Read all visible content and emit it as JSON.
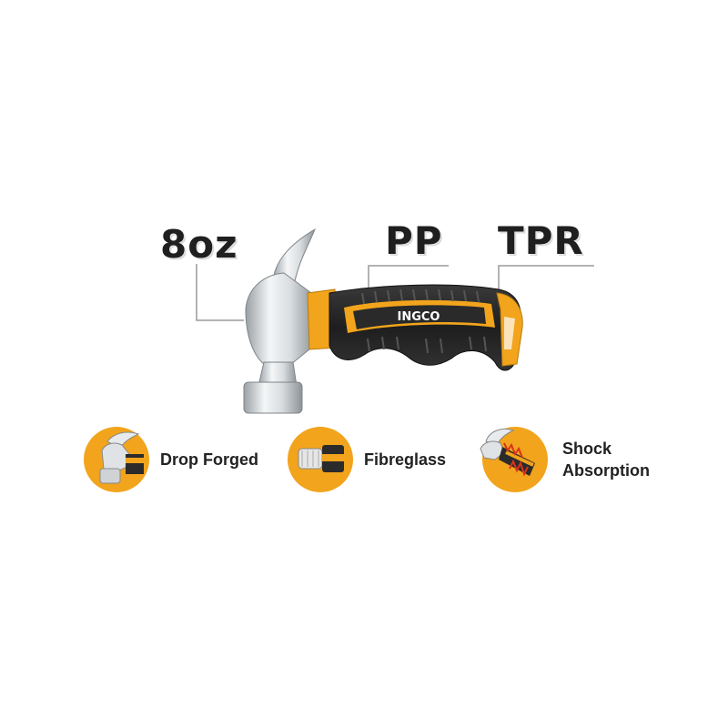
{
  "specs": {
    "weight": "8oz",
    "handle_core": "PP",
    "grip": "TPR"
  },
  "brand": "INGCO",
  "features": [
    {
      "label": "Drop Forged",
      "icon": "hammer-head-icon"
    },
    {
      "label": "Fibreglass",
      "icon": "fibreglass-handle-icon"
    },
    {
      "label": "Shock",
      "label2": "Absorption",
      "icon": "shock-absorption-icon"
    }
  ],
  "colors": {
    "accent": "#f2a41c",
    "handle_dark": "#2b2b2b",
    "steel": "#cfd3d6"
  }
}
